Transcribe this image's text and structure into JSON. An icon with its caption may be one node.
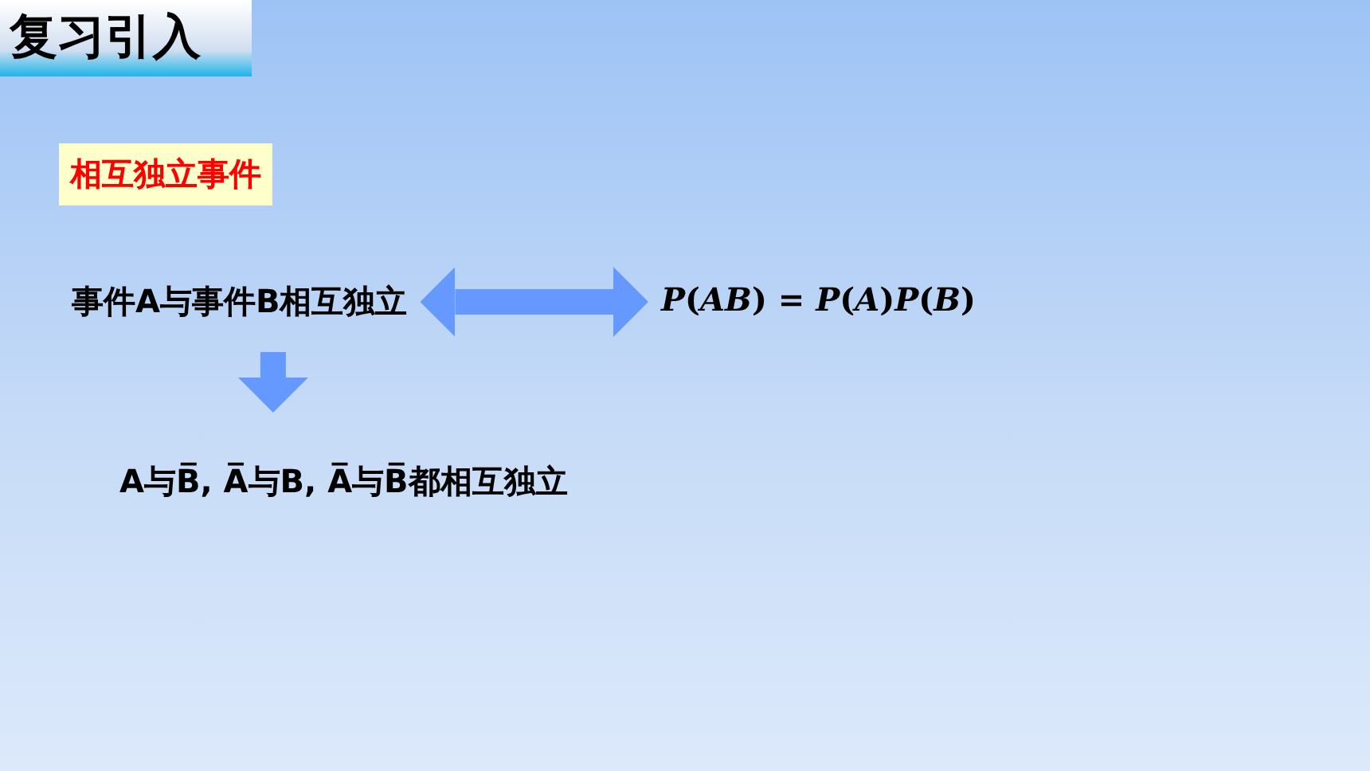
{
  "diagram": {
    "title": "复习引入",
    "nodes": [
      {
        "text": [
          "相互独立事件"
        ]
      },
      {
        "text": [
          "事件A与事件B相互独立"
        ]
      },
      {
        "text": [
          "*P*(*AB*) = *P*(*A*)*P*(*B*)"
        ]
      },
      {
        "text": [
          "A与B̅, A̅与B, A̅与B̅都相互独立"
        ]
      }
    ],
    "edges": [
      {
        "from": 1,
        "to": 2,
        "arrow": "both"
      },
      {
        "from": 1,
        "to": 3,
        "arrow": "to"
      }
    ]
  }
}
